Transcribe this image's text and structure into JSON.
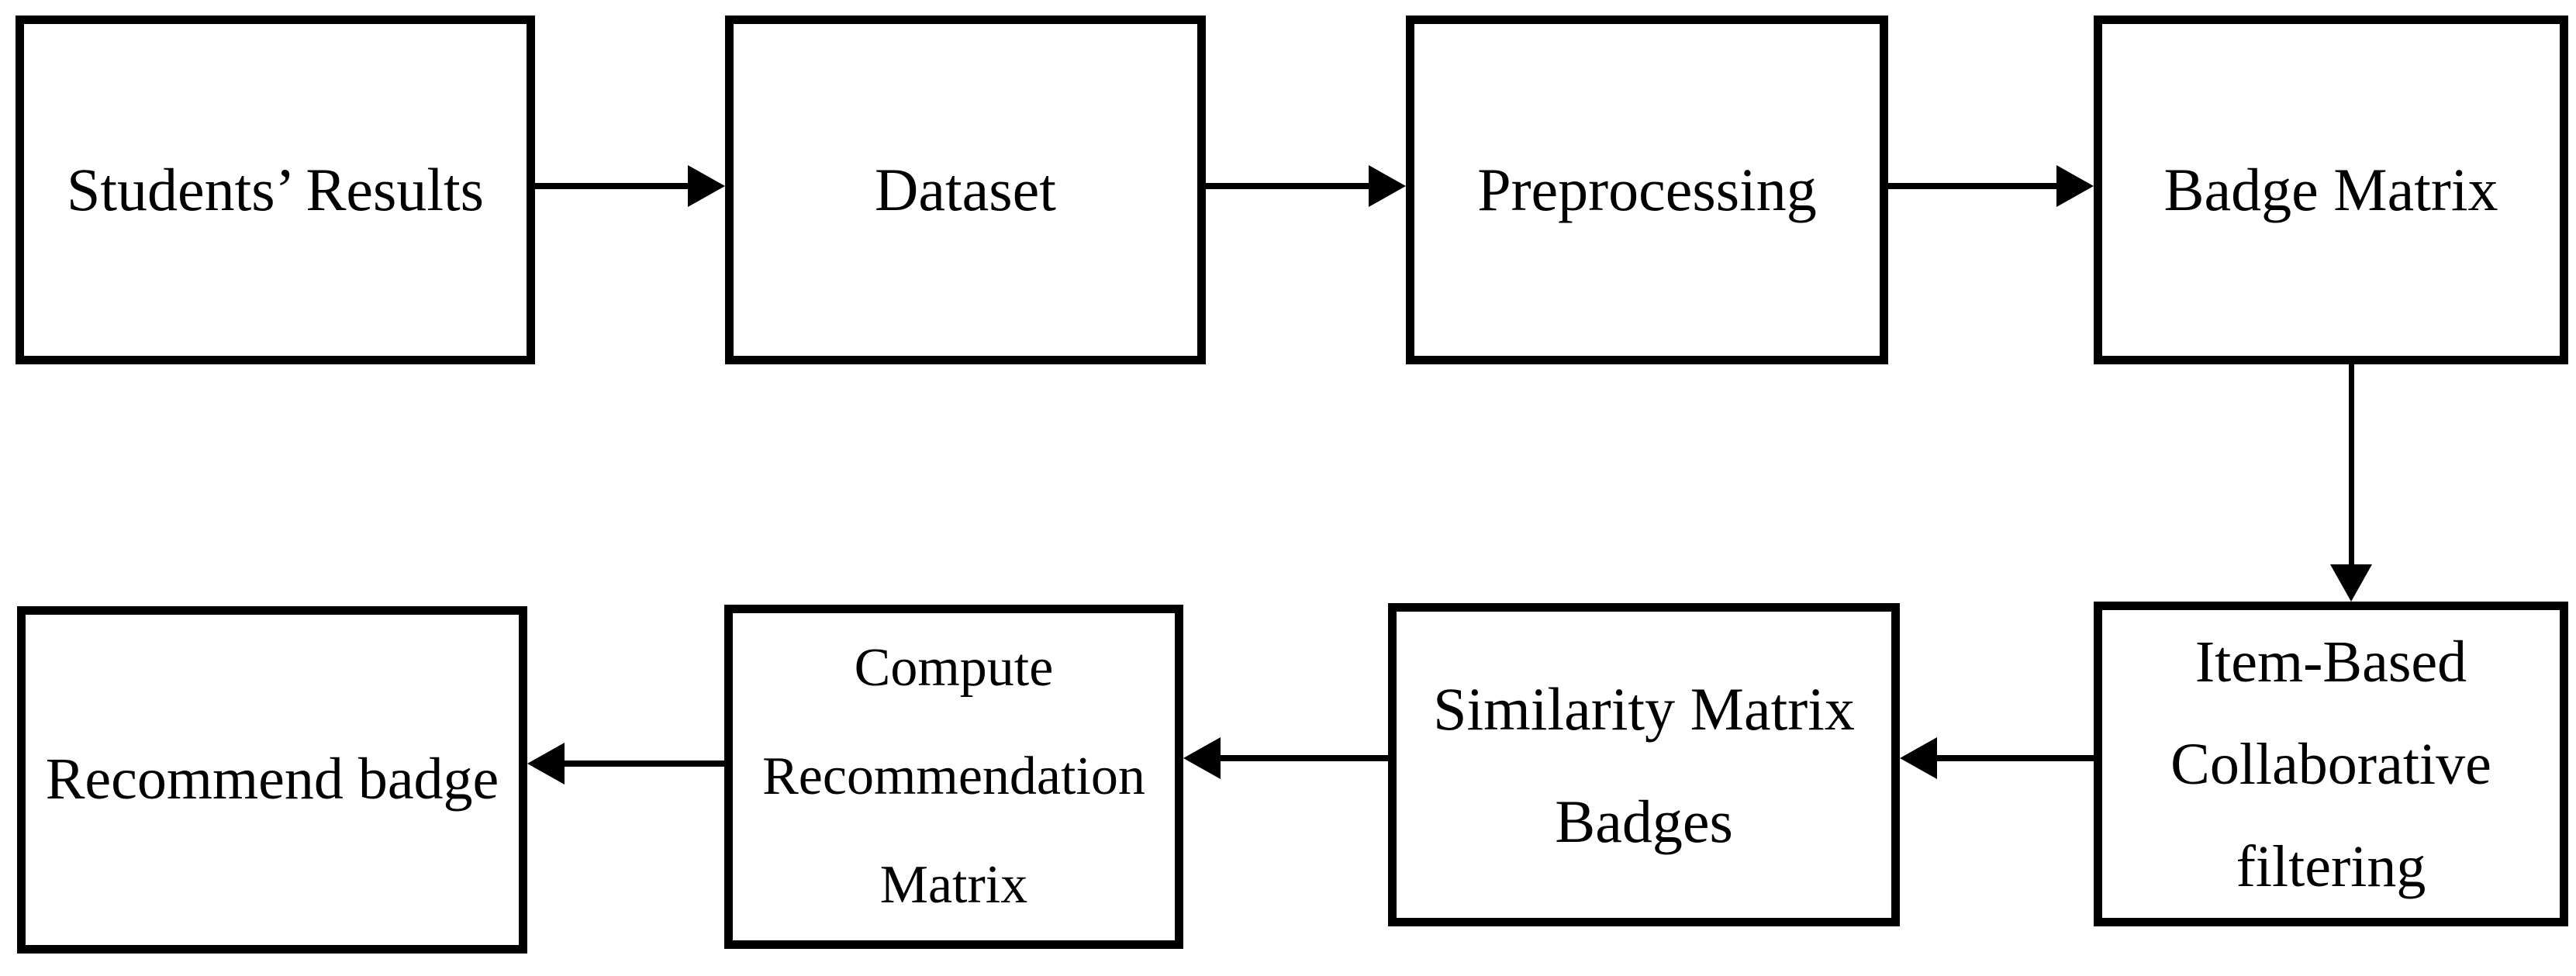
{
  "nodes": [
    {
      "id": "students-results",
      "label": "Students’ Results"
    },
    {
      "id": "dataset",
      "label": "Dataset"
    },
    {
      "id": "preprocessing",
      "label": "Preprocessing"
    },
    {
      "id": "badge-matrix",
      "label": "Badge Matrix"
    },
    {
      "id": "item-based-collaborative-filtering",
      "lines": [
        "Item-Based",
        "Collaborative",
        "filtering"
      ]
    },
    {
      "id": "similarity-matrix-badges",
      "lines": [
        "Similarity Matrix",
        "Badges"
      ]
    },
    {
      "id": "compute-recommendation-matrix",
      "lines": [
        "Compute",
        "Recommendation",
        "Matrix"
      ]
    },
    {
      "id": "recommend-badge",
      "label": "Recommend badge"
    }
  ],
  "edges": [
    {
      "from": "students-results",
      "to": "dataset",
      "direction": "right"
    },
    {
      "from": "dataset",
      "to": "preprocessing",
      "direction": "right"
    },
    {
      "from": "preprocessing",
      "to": "badge-matrix",
      "direction": "right"
    },
    {
      "from": "badge-matrix",
      "to": "item-based-collaborative-filtering",
      "direction": "down"
    },
    {
      "from": "item-based-collaborative-filtering",
      "to": "similarity-matrix-badges",
      "direction": "left"
    },
    {
      "from": "similarity-matrix-badges",
      "to": "compute-recommendation-matrix",
      "direction": "left"
    },
    {
      "from": "compute-recommendation-matrix",
      "to": "recommend-badge",
      "direction": "left"
    }
  ],
  "colors": {
    "line": "#000000",
    "box_fill": "#ffffff",
    "background": "#ffffff"
  }
}
